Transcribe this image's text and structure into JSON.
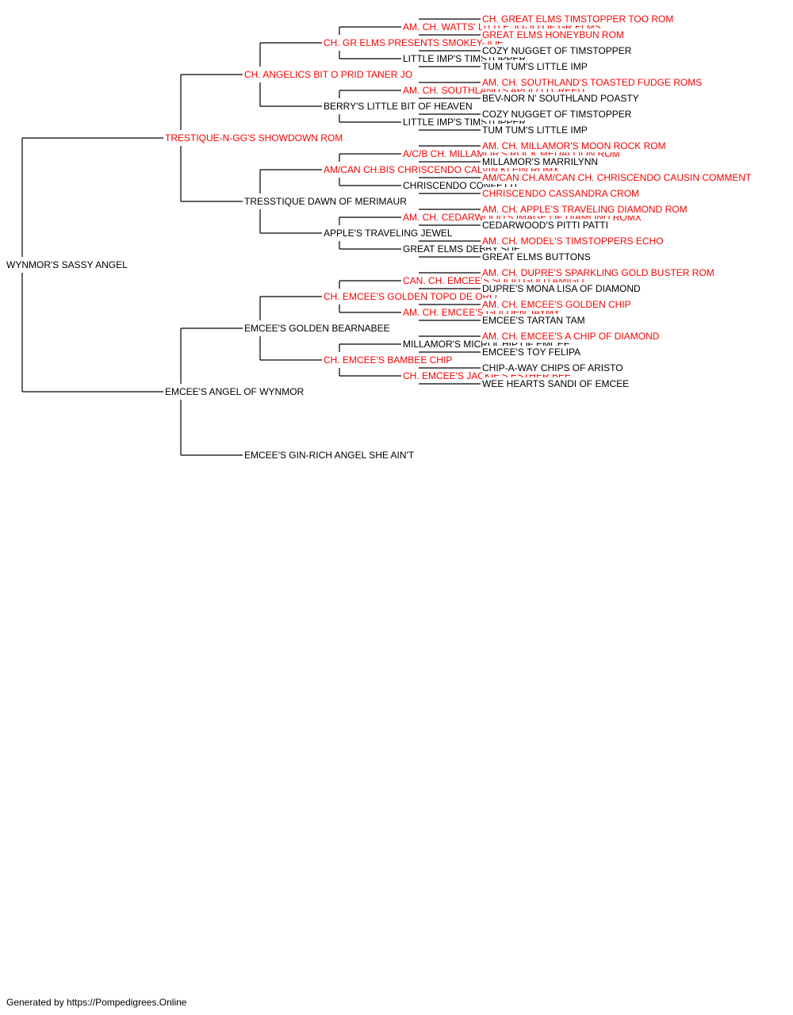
{
  "colors": {
    "champion": "#ff0000",
    "plain": "#000000",
    "line": "#000000"
  },
  "pedigree": {
    "name": "WYNMOR'S SASSY ANGEL",
    "sire": {
      "name": "TRESTIQUE-N-GG'S SHOWDOWN ROM",
      "champion": true,
      "sire": {
        "name": "CH. ANGELICS BIT O PRID TANER JO",
        "champion": true,
        "sire": {
          "name": "CH. GR ELMS PRESENTS SMOKEY-JOE",
          "champion": true,
          "sire": {
            "name": "AM. CH. WATTS' LITTLE JO-JO OF GR ELMS",
            "champion": true,
            "sire": {
              "name": "CH. GREAT ELMS TIMSTOPPER TOO ROM",
              "champion": true
            },
            "dam": {
              "name": "GREAT ELMS HONEYBUN ROM",
              "champion": true
            }
          },
          "dam": {
            "name": "LITTLE IMP'S TIMSTOPPER",
            "champion": false,
            "sire": {
              "name": "COZY NUGGET OF TIMSTOPPER",
              "champion": false
            },
            "dam": {
              "name": "TUM TUM'S LITTLE IMP",
              "champion": false
            }
          }
        },
        "dam": {
          "name": "BERRY'S LITTLE BIT OF HEAVEN",
          "champion": false,
          "sire": {
            "name": "AM. CH. SOUTHLAND'S APOLLO CREED",
            "champion": true,
            "sire": {
              "name": "AM. CH. SOUTHLAND'S TOASTED FUDGE ROMS",
              "champion": true
            },
            "dam": {
              "name": "BEV-NOR N' SOUTHLAND POASTY",
              "champion": false
            }
          },
          "dam": {
            "name": "LITTLE IMP'S TIMSTOPPER",
            "champion": false,
            "sire": {
              "name": "COZY NUGGET OF TIMSTOPPER",
              "champion": false
            },
            "dam": {
              "name": "TUM TUM'S LITTLE IMP",
              "champion": false
            }
          }
        }
      },
      "dam": {
        "name": "TRESSTIQUE DAWN OF MERIMAUR",
        "champion": false,
        "sire": {
          "name": "AM/CAN CH.BIS CHRISCENDO CALVIN KLEIN ROMX",
          "champion": true,
          "sire": {
            "name": "A/C/B CH. MILLAMOR'S ROCK MEDALLION ROM",
            "champion": true,
            "sire": {
              "name": "AM. CH. MILLAMOR'S MOON ROCK ROM",
              "champion": true
            },
            "dam": {
              "name": "MILLAMOR'S MARRILYNN",
              "champion": false
            }
          },
          "dam": {
            "name": "CHRISCENDO CONFETTI",
            "champion": false,
            "sire": {
              "name": "AM/CAN CH.AM/CAN CH. CHRISCENDO CAUSIN COMMENT",
              "champion": true
            },
            "dam": {
              "name": "CHRISCENDO CASSANDRA CROM",
              "champion": true
            }
          }
        },
        "dam": {
          "name": "APPLE'S TRAVELING JEWEL",
          "champion": false,
          "sire": {
            "name": "AM. CH. CEDARWOOD'S IMAGE OF DIAMOND ROMX",
            "champion": true,
            "sire": {
              "name": "AM. CH. APPLE'S TRAVELING DIAMOND ROM",
              "champion": true
            },
            "dam": {
              "name": "CEDARWOOD'S PITTI PATTI",
              "champion": false
            }
          },
          "dam": {
            "name": "GREAT ELMS DEBBY SUE",
            "champion": false,
            "sire": {
              "name": "AM. CH. MODEL'S TIMSTOPPERS ECHO",
              "champion": true
            },
            "dam": {
              "name": "GREAT ELMS BUTTONS",
              "champion": false
            }
          }
        }
      }
    },
    "dam": {
      "name": "EMCEE'S ANGEL OF WYNMOR",
      "champion": false,
      "sire": {
        "name": "EMCEE'S GOLDEN BEARNABEE",
        "champion": false,
        "sire": {
          "name": "CH. EMCEE'S GOLDEN TOPO DE ORO",
          "champion": true,
          "sire": {
            "name": "CAN. CH. EMCEE'S SOLID GOLD AMIGO",
            "champion": true,
            "sire": {
              "name": "AM. CH. DUPRE'S SPARKLING GOLD BUSTER ROM",
              "champion": true
            },
            "dam": {
              "name": "DUPRE'S MONA LISA OF DIAMOND",
              "champion": false
            }
          },
          "dam": {
            "name": "AM. CH. EMCEE'S GOLDEN JAYMY",
            "champion": true,
            "sire": {
              "name": "AM. CH. EMCEE'S GOLDEN CHIP",
              "champion": true
            },
            "dam": {
              "name": "EMCEE'S TARTAN TAM",
              "champion": false
            }
          }
        },
        "dam": {
          "name": "CH. EMCEE'S BAMBEE CHIP",
          "champion": true,
          "sire": {
            "name": "MILLAMOR'S MICROCHIP OF EMCEE",
            "champion": false,
            "sire": {
              "name": "AM. CH. EMCEE'S A CHIP OF DIAMOND",
              "champion": true
            },
            "dam": {
              "name": "EMCEE'S TOY FELIPA",
              "champion": false
            }
          },
          "dam": {
            "name": "CH. EMCEE'S JACKIE'S ESTHER BEE",
            "champion": true,
            "sire": {
              "name": "CHIP-A-WAY CHIPS OF ARISTO",
              "champion": false
            },
            "dam": {
              "name": "WEE HEARTS SANDI OF EMCEE",
              "champion": false
            }
          }
        }
      },
      "dam": {
        "name": "EMCEE'S GIN-RICH ANGEL SHE AIN'T",
        "champion": false
      }
    }
  },
  "footer": "Generated by https://Pompedigrees.Online"
}
